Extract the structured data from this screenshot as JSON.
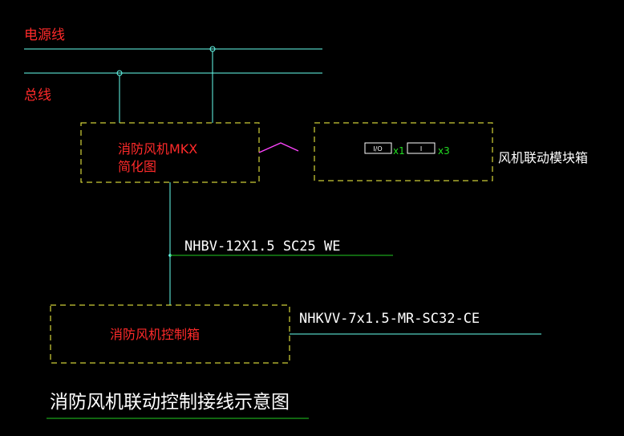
{
  "diagram": {
    "title": "消防风机联动控制接线示意图",
    "power_line_label": "电源线",
    "bus_line_label": "总线",
    "mkx_box_line1": "消防风机MKX",
    "mkx_box_line2": "简化图",
    "module_box_label": "风机联动模块箱",
    "module_io_label": "I/O",
    "module_io_count": "x1",
    "module_i_label": "I",
    "module_i_count": "x3",
    "control_box_label": "消防风机控制箱",
    "cable_1": "NHBV-12X1.5 SC25 WE",
    "cable_2": "NHKVV-7x1.5-MR-SC32-CE"
  },
  "colors": {
    "background": "#000000",
    "line": "#66ffee",
    "box_outline": "#ffff44",
    "label_red": "#ff2a2a",
    "label_white": "#ffffff",
    "arrow": "#ff44ff",
    "underline": "#22cc22"
  }
}
